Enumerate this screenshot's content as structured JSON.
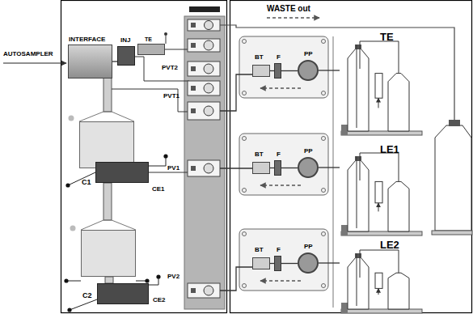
{
  "diagram": {
    "nodes": [
      {
        "text": [
          "INTERFACE"
        ]
      },
      {
        "text": [
          "INJ"
        ]
      },
      {
        "text": [
          "TE"
        ]
      },
      {
        "text": [
          "PVT2"
        ]
      },
      {
        "text": [
          "PVT1"
        ]
      },
      {
        "text": [
          "C1"
        ]
      },
      {
        "text": [
          "CE1"
        ]
      },
      {
        "text": [
          "PV1"
        ]
      },
      {
        "text": [
          "C2"
        ]
      },
      {
        "text": [
          "CE2"
        ]
      },
      {
        "text": [
          "PV2"
        ]
      },
      {
        "text": [
          "BT"
        ]
      },
      {
        "text": [
          "F"
        ]
      },
      {
        "text": [
          "PP"
        ]
      },
      {
        "text": [
          "TE"
        ]
      },
      {
        "text": [
          "BT"
        ]
      },
      {
        "text": [
          "F"
        ]
      },
      {
        "text": [
          "PP"
        ]
      },
      {
        "text": [
          "LE1"
        ]
      },
      {
        "text": [
          "BT"
        ]
      },
      {
        "text": [
          "F"
        ]
      },
      {
        "text": [
          "PP"
        ]
      },
      {
        "text": [
          "LE2"
        ]
      }
    ],
    "edges": [
      {
        "from": 0,
        "to": 1,
        "arrow": "none"
      },
      {
        "from": 4,
        "to": 11,
        "arrow": "none"
      },
      {
        "from": 11,
        "to": 12,
        "arrow": "none"
      },
      {
        "from": 12,
        "to": 13,
        "arrow": "none"
      },
      {
        "from": 13,
        "to": 14,
        "arrow": "none"
      },
      {
        "from": 7,
        "to": 15,
        "arrow": "none"
      },
      {
        "from": 15,
        "to": 16,
        "arrow": "none"
      },
      {
        "from": 16,
        "to": 17,
        "arrow": "none"
      },
      {
        "from": 17,
        "to": 18,
        "arrow": "none"
      },
      {
        "from": 10,
        "to": 19,
        "arrow": "none"
      },
      {
        "from": 19,
        "to": 20,
        "arrow": "none"
      },
      {
        "from": 20,
        "to": 21,
        "arrow": "none"
      },
      {
        "from": 21,
        "to": 22,
        "arrow": "none"
      }
    ],
    "labels": [
      "AUTOSAMPLER",
      "WASTE out"
    ]
  }
}
